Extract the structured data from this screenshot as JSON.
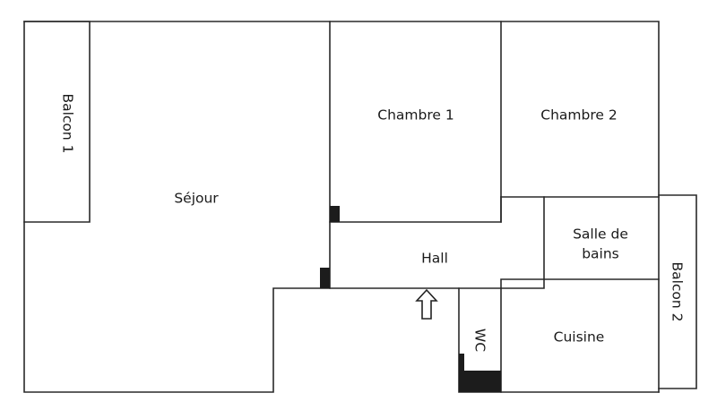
{
  "rooms": {
    "balcon1": "Balcon 1",
    "sejour": "Séjour",
    "chambre1": "Chambre 1",
    "chambre2": "Chambre 2",
    "hall": "Hall",
    "salle_de_bains_line1": "Salle de",
    "salle_de_bains_line2": "bains",
    "balcon2": "Balcon 2",
    "wc": "WC",
    "cuisine": "Cuisine"
  },
  "entrance": {
    "icon": "entrance-arrow-up-icon"
  },
  "colors": {
    "wall": "#2a2a2a",
    "solid_fill": "#1c1c1c",
    "background": "#ffffff"
  }
}
